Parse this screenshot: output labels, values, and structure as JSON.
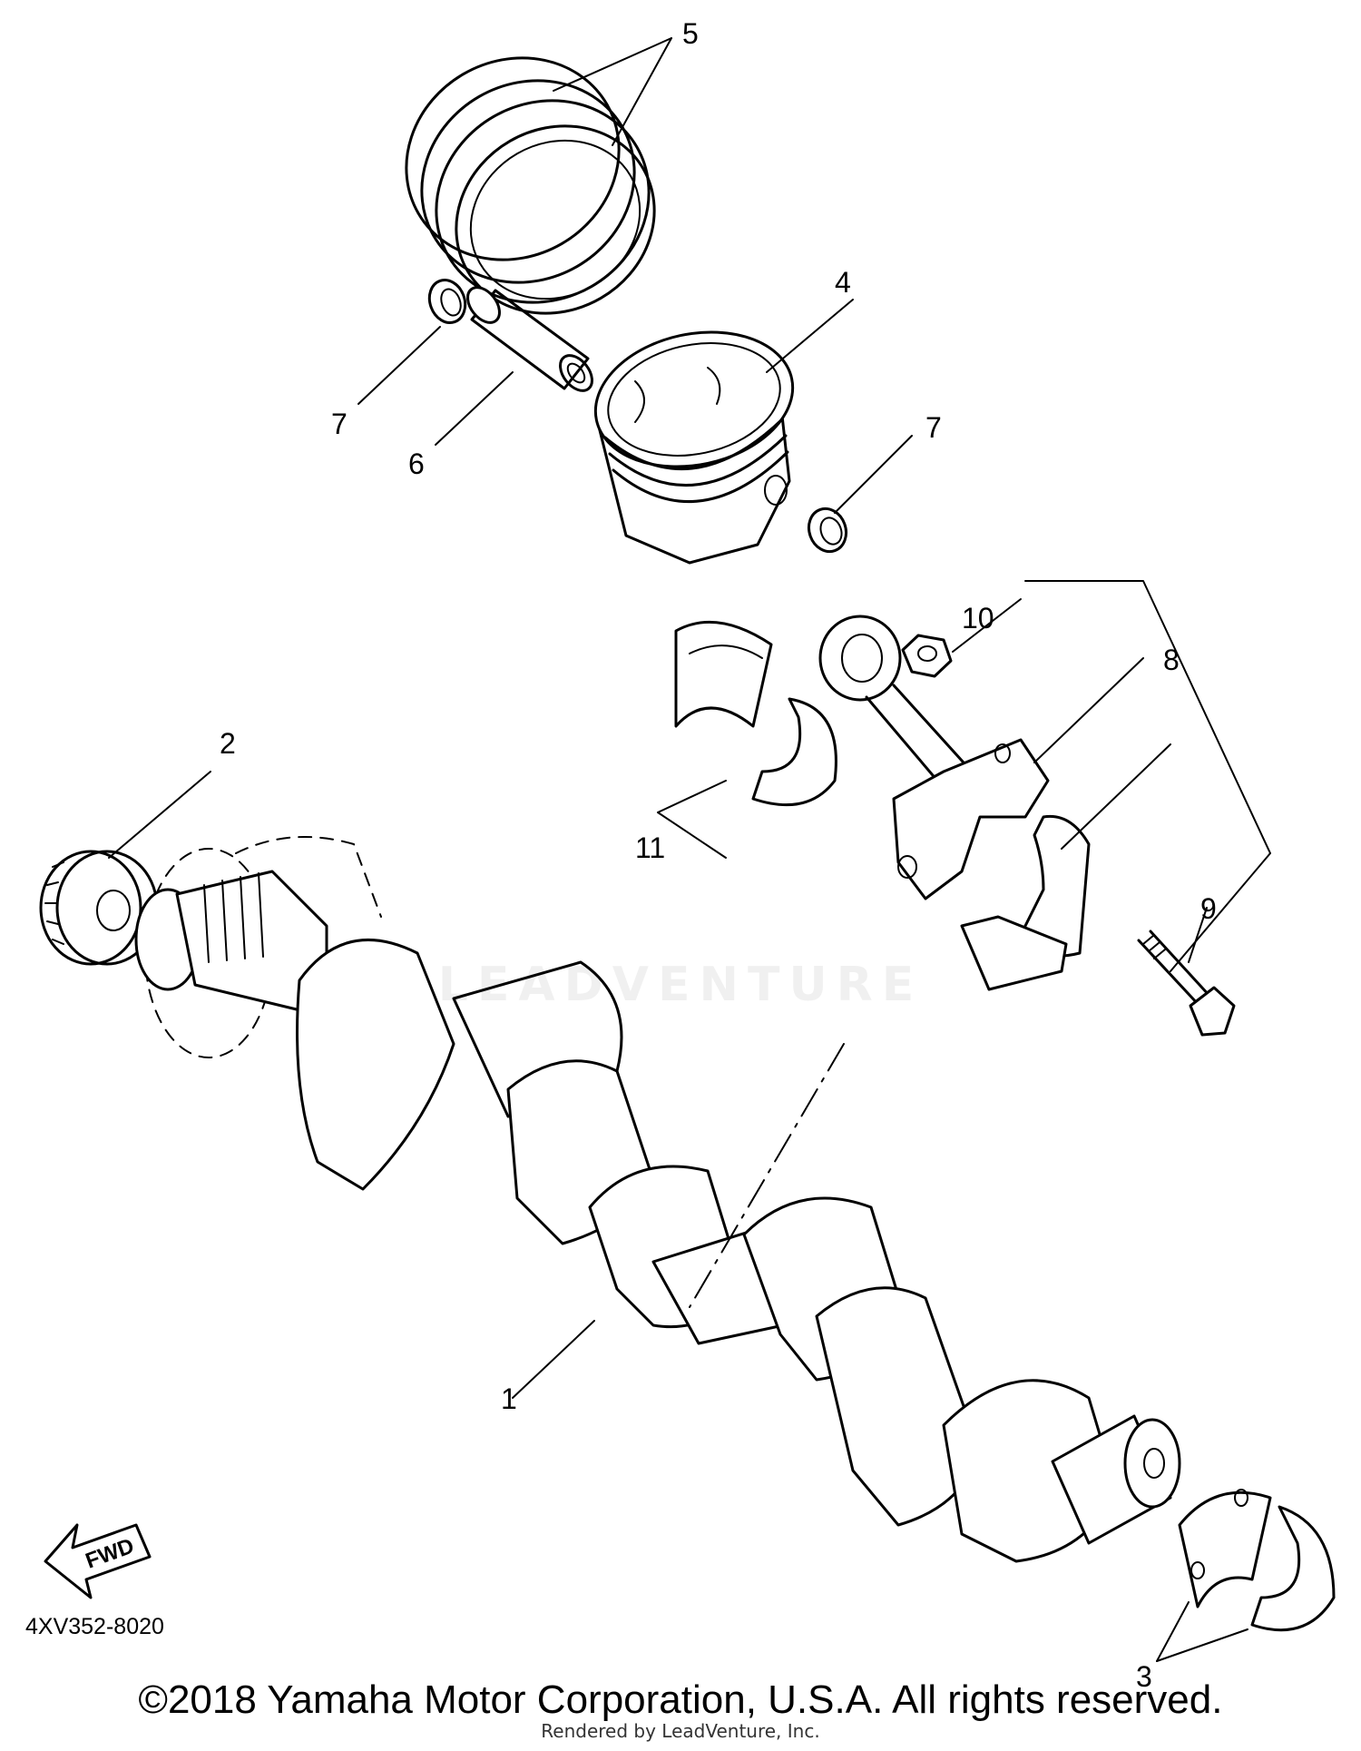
{
  "diagram": {
    "callouts": [
      "5",
      "4",
      "7",
      "6",
      "7",
      "10",
      "8",
      "2",
      "11",
      "9",
      "1",
      "3"
    ],
    "fwd_label": "FWD",
    "code": "4XV352-8020"
  },
  "watermark": "LEADVENTURE",
  "footer": {
    "copyright": "©2018 Yamaha Motor Corporation, U.S.A. All rights reserved.",
    "rendered_by": "Rendered by LeadVenture, Inc."
  }
}
